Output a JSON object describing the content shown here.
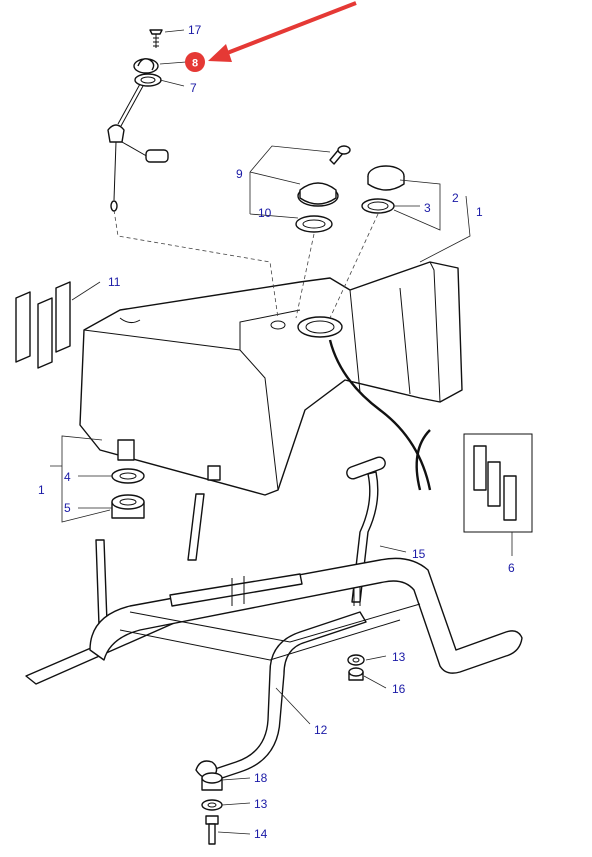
{
  "colors": {
    "callout_text": "#1a1aa6",
    "highlight_badge": "#e53935",
    "highlight_arrow": "#e53935",
    "line": "#111111"
  },
  "highlighted_part": "8",
  "callouts": {
    "c17": "17",
    "c8": "8",
    "c7": "7",
    "c9": "9",
    "c10": "10",
    "c3": "3",
    "c2": "2",
    "c1_top": "1",
    "c11": "11",
    "c1_left": "1",
    "c4": "4",
    "c5": "5",
    "c6": "6",
    "c15": "15",
    "c13_right": "13",
    "c16": "16",
    "c12": "12",
    "c18": "18",
    "c13_bottom": "13",
    "c14": "14"
  },
  "icons": [
    "arrow-icon",
    "fuel-tank",
    "tank-frame",
    "fuel-sender",
    "filler-cap",
    "key-icon"
  ]
}
